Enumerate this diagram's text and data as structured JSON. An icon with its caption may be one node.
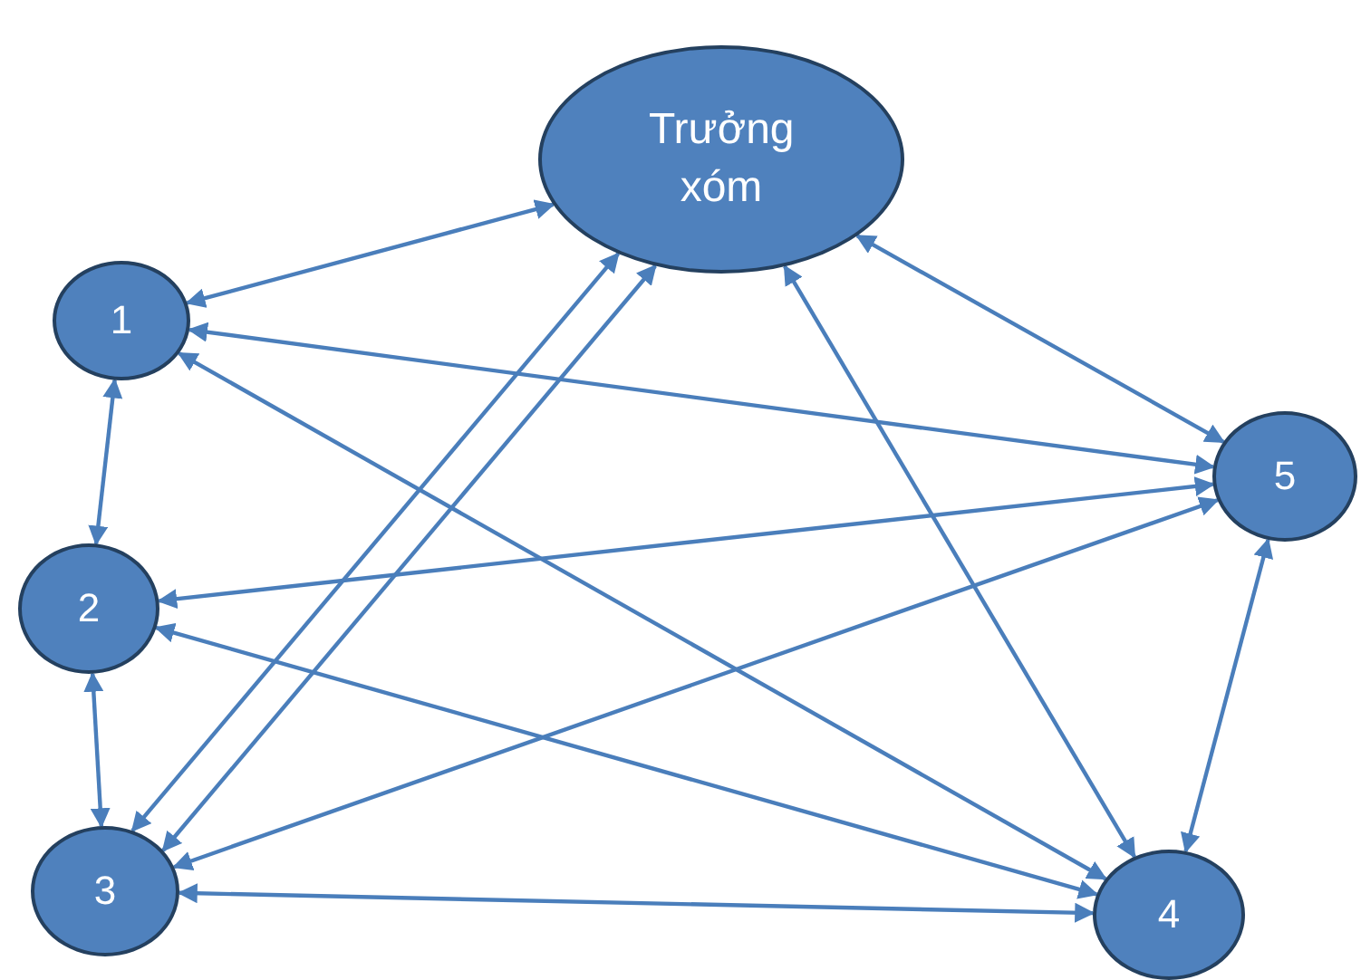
{
  "diagram": {
    "nodes": [
      {
        "text": [
          "Trưởng xóm"
        ]
      },
      {
        "text": [
          "1"
        ]
      },
      {
        "text": [
          "2"
        ]
      },
      {
        "text": [
          "3"
        ]
      },
      {
        "text": [
          "4"
        ]
      },
      {
        "text": [
          "5"
        ]
      }
    ],
    "edges": [
      {
        "from": 0,
        "to": 1,
        "arrow": "both"
      },
      {
        "from": 1,
        "to": 2,
        "arrow": "both"
      },
      {
        "from": 2,
        "to": 3,
        "arrow": "both"
      },
      {
        "from": 1,
        "to": 5,
        "arrow": "both"
      },
      {
        "from": 1,
        "to": 4,
        "arrow": "both"
      },
      {
        "from": 2,
        "to": 5,
        "arrow": "both"
      },
      {
        "from": 2,
        "to": 4,
        "arrow": "both"
      },
      {
        "from": 3,
        "to": 0,
        "arrow": "both"
      },
      {
        "from": 3,
        "to": 0,
        "arrow": "both"
      },
      {
        "from": 3,
        "to": 5,
        "arrow": "both"
      },
      {
        "from": 3,
        "to": 4,
        "arrow": "both"
      },
      {
        "from": 0,
        "to": 4,
        "arrow": "both"
      },
      {
        "from": 0,
        "to": 5,
        "arrow": "both"
      },
      {
        "from": 5,
        "to": 4,
        "arrow": "both"
      }
    ]
  }
}
